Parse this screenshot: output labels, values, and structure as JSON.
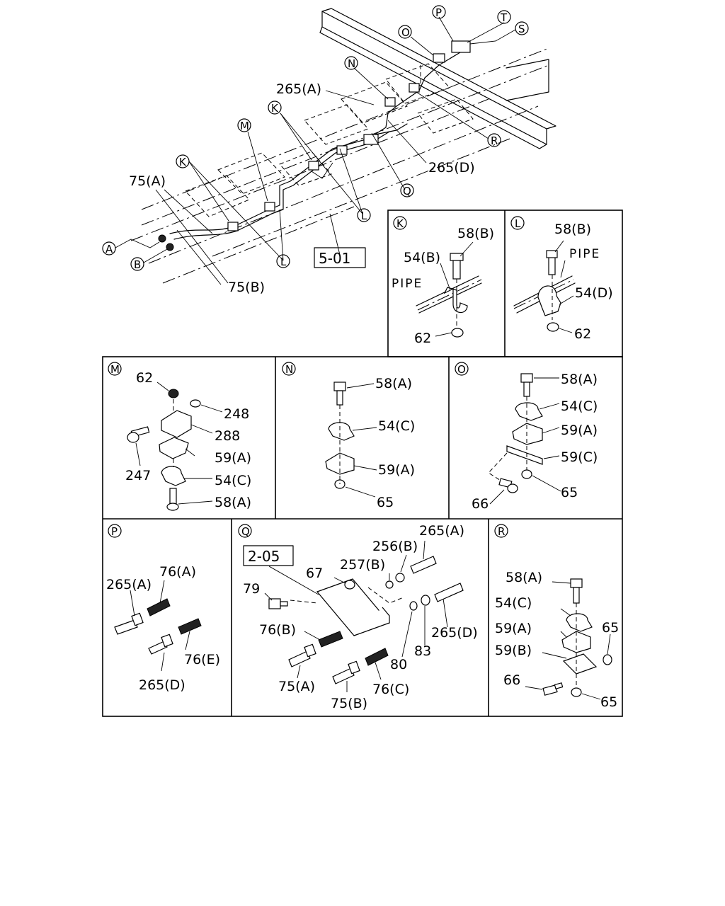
{
  "callouts": {
    "A": "A",
    "B": "B",
    "K": "K",
    "L": "L",
    "M": "M",
    "N": "N",
    "O": "O",
    "P": "P",
    "Q": "Q",
    "R": "R",
    "S": "S",
    "T": "T"
  },
  "refs": {
    "ref_5_01": "5-01",
    "ref_2_05": "2-05"
  },
  "main": {
    "l_75a": "75(A)",
    "l_75b": "75(B)",
    "l_265a": "265(A)",
    "l_265d": "265(D)"
  },
  "panel_k": {
    "title": "K",
    "l_58b": "58(B)",
    "l_54b": "54(B)",
    "l_pipe": "PIPE",
    "l_62": "62"
  },
  "panel_l": {
    "title": "L",
    "l_58b": "58(B)",
    "l_pipe": "PIPE",
    "l_54d": "54(D)",
    "l_62": "62"
  },
  "panel_m": {
    "title": "M",
    "l_62": "62",
    "l_248": "248",
    "l_288": "288",
    "l_59a": "59(A)",
    "l_247": "247",
    "l_54c": "54(C)",
    "l_58a": "58(A)"
  },
  "panel_n": {
    "title": "N",
    "l_58a": "58(A)",
    "l_54c": "54(C)",
    "l_59a": "59(A)",
    "l_65": "65"
  },
  "panel_o": {
    "title": "O",
    "l_58a": "58(A)",
    "l_54c": "54(C)",
    "l_59a": "59(A)",
    "l_59c": "59(C)",
    "l_65": "65",
    "l_66": "66"
  },
  "panel_p": {
    "title": "P",
    "l_265a": "265(A)",
    "l_76a": "76(A)",
    "l_76e": "76(E)",
    "l_265d": "265(D)"
  },
  "panel_q": {
    "title": "Q",
    "l_265a": "265(A)",
    "l_256b": "256(B)",
    "l_257b": "257(B)",
    "l_67": "67",
    "l_79": "79",
    "l_76b": "76(B)",
    "l_80": "80",
    "l_83": "83",
    "l_265d": "265(D)",
    "l_75a": "75(A)",
    "l_75b": "75(B)",
    "l_76c": "76(C)"
  },
  "panel_r": {
    "title": "R",
    "l_58a": "58(A)",
    "l_54c": "54(C)",
    "l_59a": "59(A)",
    "l_65_top": "65",
    "l_59b": "59(B)",
    "l_66": "66",
    "l_65_bot": "65"
  }
}
